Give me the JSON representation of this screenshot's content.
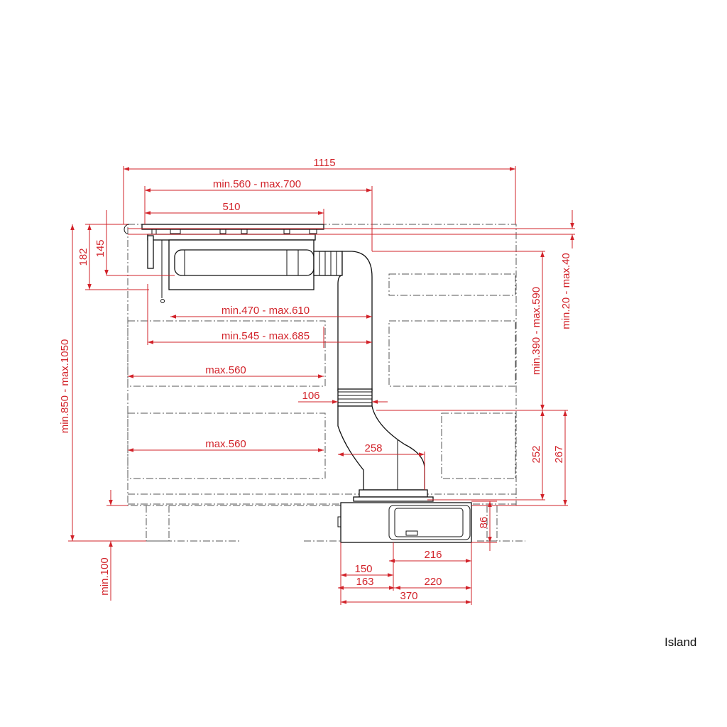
{
  "caption": "Island",
  "colors": {
    "dimension": "#d2232a",
    "object": "#111111",
    "cabinet": "#555555"
  },
  "dimensions": {
    "d1115": "1115",
    "d560_700": "min.560 - max.700",
    "d510": "510",
    "d182": "182",
    "d145": "145",
    "d470_610": "min.470 - max.610",
    "d545_685": "min.545 - max.685",
    "dmax560_a": "max.560",
    "dmax560_b": "max.560",
    "d106": "106",
    "d258": "258",
    "d850_1050": "min.850 - max.1050",
    "d390_590": "min.390 - max.590",
    "d20_40": "min.20 - max.40",
    "d252": "252",
    "d267": "267",
    "d86": "86",
    "d216": "216",
    "d150": "150",
    "d163": "163",
    "d220": "220",
    "d370": "370",
    "dmin100": "min.100"
  }
}
